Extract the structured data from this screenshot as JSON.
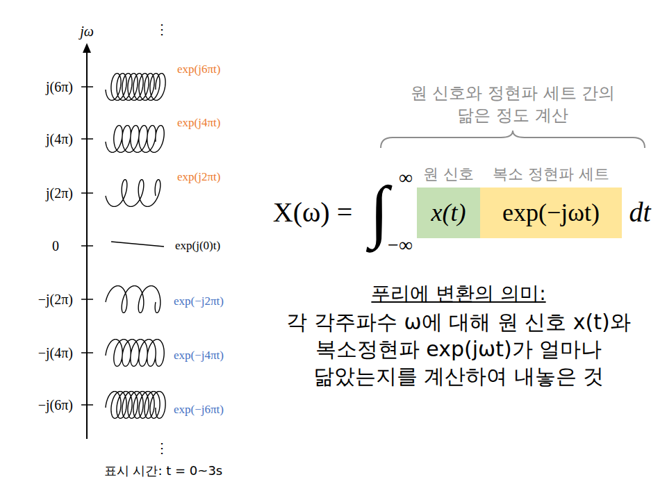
{
  "diagram": {
    "nodes": [
      {
        "text": [
          "원 신호",
          "x(t)"
        ]
      },
      {
        "text": [
          "복소 정현파 세트",
          "exp(−jωt)"
        ]
      }
    ],
    "labels": [
      "jω",
      "⋮",
      "⋮",
      "j(6π)",
      "j(4π)",
      "j(2π)",
      "0",
      "−j(2π)",
      "−j(4π)",
      "−j(6π)",
      "exp(j6πt)",
      "exp(j4πt)",
      "exp(j2πt)",
      "exp(j(0)t)",
      "exp(−j2πt)",
      "exp(−j4πt)",
      "exp(−j6πt)",
      "표시 시간: t = 0~3s",
      "원 신호와 정현파 세트 간의 닮은 정도 계산",
      "X(ω) =",
      "∫",
      "∞",
      "−∞",
      "dt",
      "푸리에 변환의 의미:",
      "각 각주파수 ω에 대해 원 신호 x(t)와 복소정현파 exp(jωt)가 얼마나 닮았는지를 계산하여 내놓은 것"
    ]
  }
}
